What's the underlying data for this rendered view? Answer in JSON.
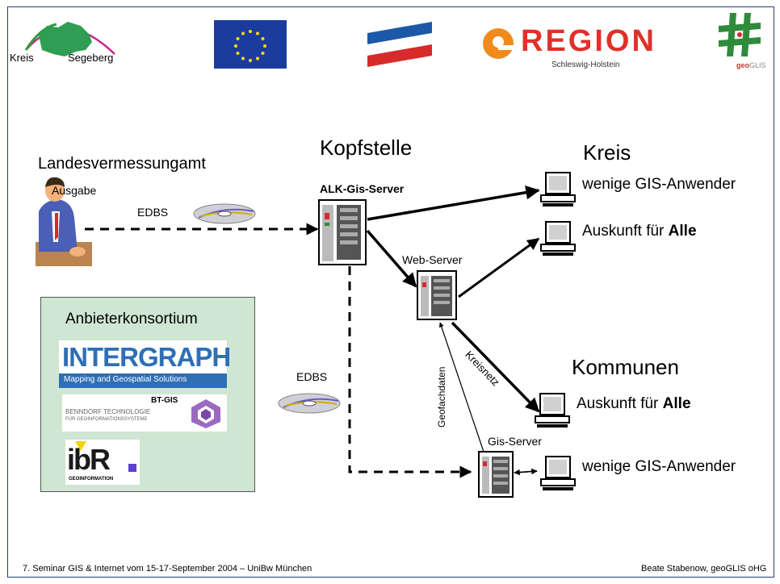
{
  "logos": {
    "kreis_left": "Kreis",
    "kreis_right": "Segeberg",
    "eregion_word": "REGION",
    "eregion_sub": "Schleswig-Holstein",
    "geoglis_geo": "geo",
    "geoglis_glis": "GLIS"
  },
  "diagram": {
    "landesamt_title": "Landesvermessungamt",
    "ausgabe": "Ausgabe",
    "edbs_top": "EDBS",
    "kopfstelle": "Kopfstelle",
    "alk_server": "ALK-Gis-Server",
    "web_server": "Web-Server",
    "kreis": "Kreis",
    "kreis_wenige": "wenige GIS-Anwender",
    "kreis_auskunft_prefix": "Auskunft für ",
    "alle": "Alle",
    "kommunen": "Kommunen",
    "kommunen_auskunft_prefix": "Auskunft für ",
    "gis_server": "Gis-Server",
    "kommunen_wenige": "wenige GIS-Anwender",
    "kreisnetz": "Kreisnetz",
    "geofachdaten": "Geofachdaten",
    "edbs_bottom": "EDBS"
  },
  "anbieter": {
    "title": "Anbieterkonsortium",
    "intergraph": "INTERGRAPH",
    "intergraph_sub": "Mapping and Geospatial Solutions",
    "btgis": "BT-GIS",
    "btgis_line1": "BENNDORF TECHNOLOGIE",
    "btgis_line2": "FÜR GEOINFORMATIONSSYSTEME",
    "ibr": "ibR",
    "ibr_sub": "GEOINFORMATION"
  },
  "footer": {
    "left": "7. Seminar GIS & Internet vom 15-17-September 2004 – UniBw München",
    "right": "Beate Stabenow, geoGLIS oHG"
  },
  "colors": {
    "frame": "#1f3f7f",
    "anbieter_bg": "#cfe6d2",
    "intergraph_blue": "#2e6fb6",
    "eu_blue": "#1b3c9e",
    "eu_star": "#ffdd00",
    "eregion_red": "#e0302a",
    "eregion_orange": "#f08a1c",
    "geoglis_green": "#2e8b3a",
    "flag_blue": "#1d57a8",
    "flag_red": "#d72a2a"
  }
}
